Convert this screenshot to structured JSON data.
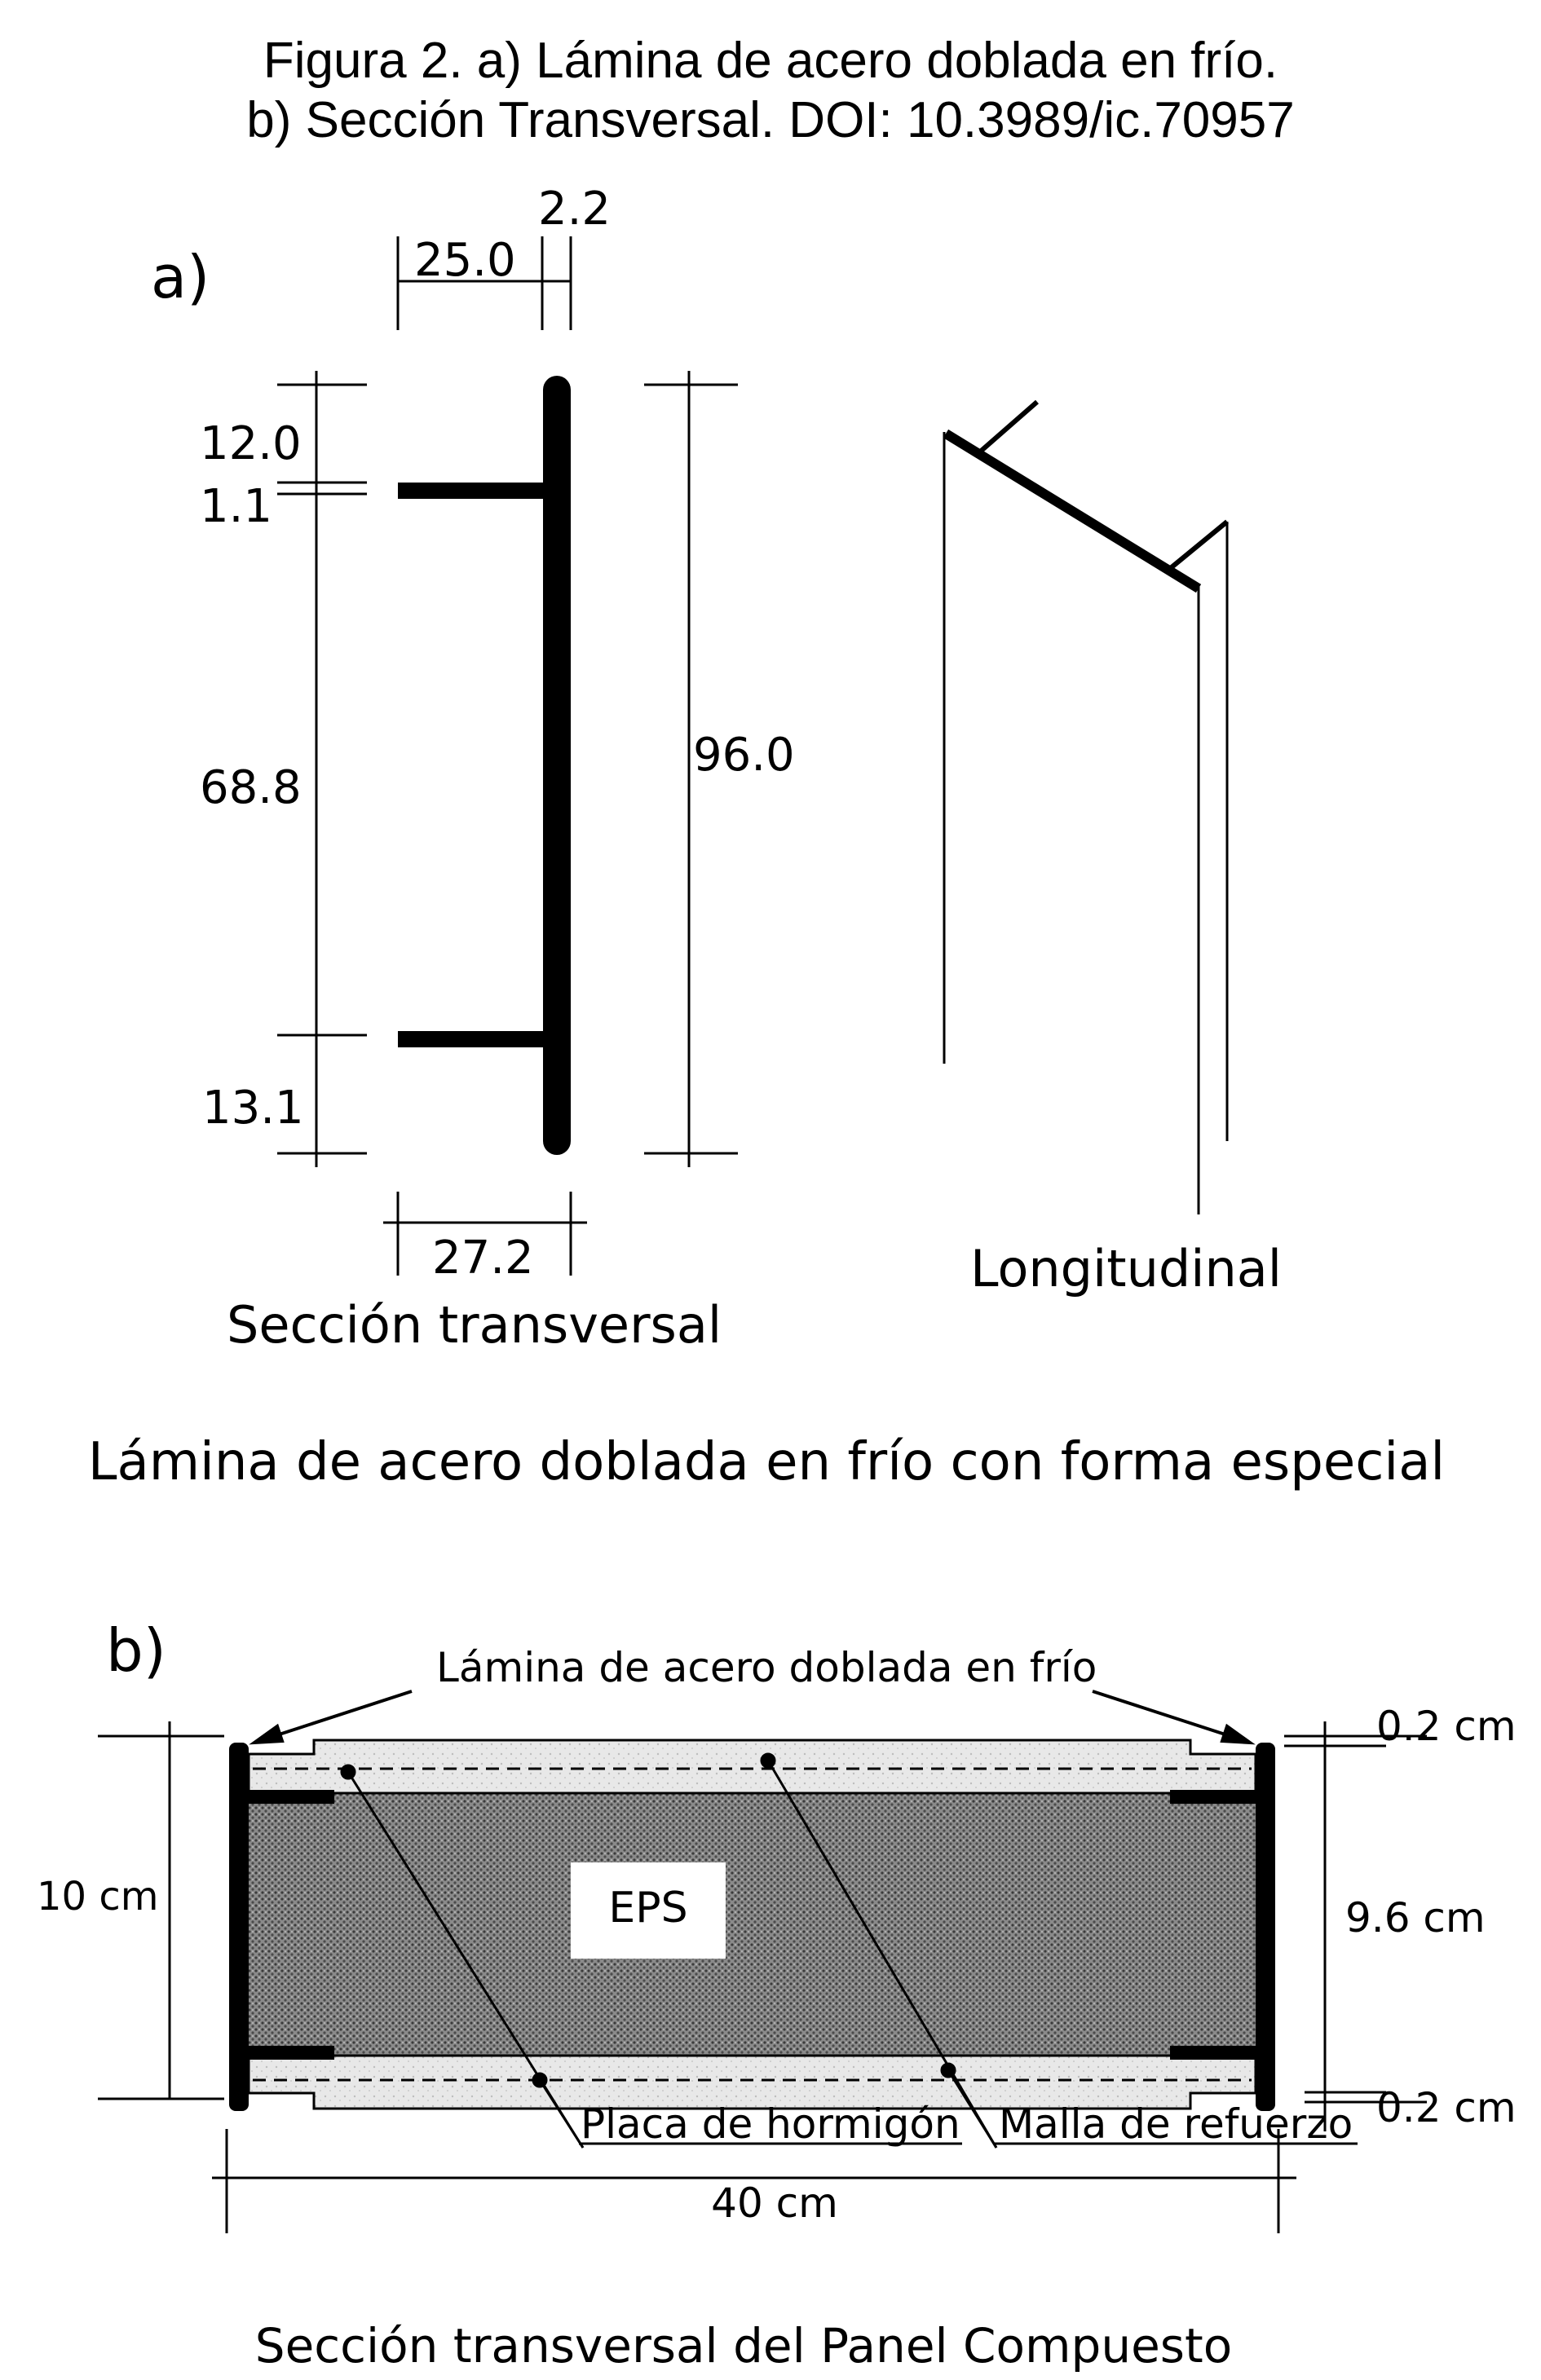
{
  "caption": {
    "line1": "Figura 2. a) Lámina de acero doblada en frío.",
    "line2": "b) Sección Transversal. DOI: 10.3989/ic.70957"
  },
  "part_a": {
    "label": "a)",
    "dims": {
      "top_flange_width": "25.0",
      "thickness": "2.2",
      "top_lip": "12.0",
      "top_gap": "1.1",
      "middle": "68.8",
      "bottom_lip": "13.1",
      "total_height": "96.0",
      "bottom_flange_width": "27.2"
    },
    "cross_section_label": "Sección transversal",
    "longitudinal_label": "Longitudinal",
    "subtitle": "Lámina de acero doblada en frío con forma especial"
  },
  "part_b": {
    "label": "b)",
    "steel_sheet_label": "Lámina de acero doblada en frío",
    "eps_label": "EPS",
    "height_label": "10 cm",
    "core_height_label": "9.6 cm",
    "top_plate_label": "0.2 cm",
    "bottom_plate_label": "0.2 cm",
    "width_label": "40 cm",
    "concrete_label": "Placa de hormigón",
    "mesh_label": "Malla de refuerzo",
    "subtitle": "Sección transversal del Panel Compuesto"
  },
  "colors": {
    "ink": "#000000",
    "background": "#ffffff",
    "eps_fill": "#6e6e6e",
    "concrete_fill": "#e6e6e6"
  }
}
